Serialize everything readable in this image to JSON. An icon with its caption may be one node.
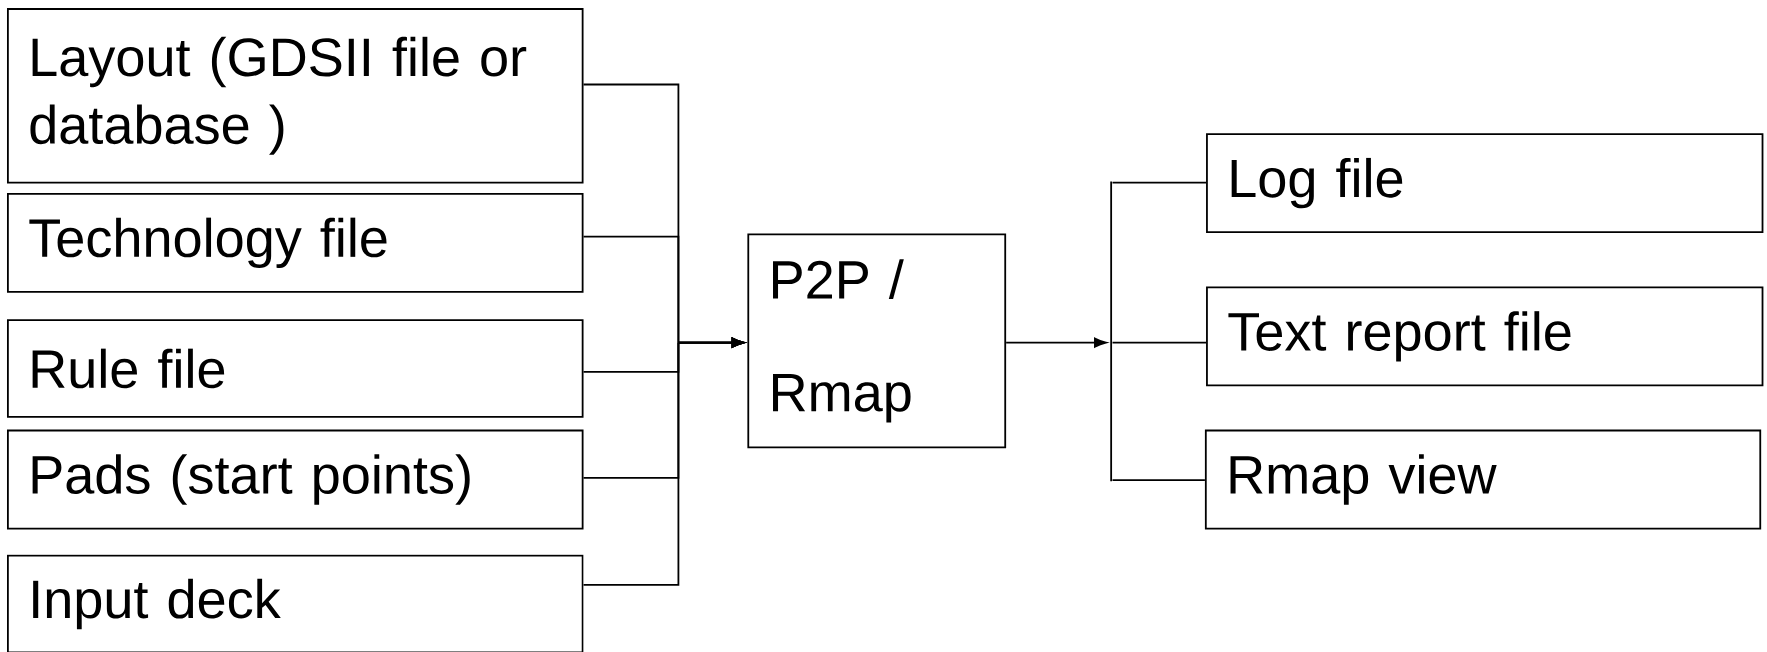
{
  "diagram": {
    "nodes": [
      {
        "text": [
          "Layout (GDSII file or database )"
        ]
      },
      {
        "text": [
          "Technology file"
        ]
      },
      {
        "text": [
          "Rule file"
        ]
      },
      {
        "text": [
          "Pads (start points)"
        ]
      },
      {
        "text": [
          "Input deck"
        ]
      },
      {
        "text": [
          "P2P / Rmap"
        ]
      },
      {
        "text": [],
        "shape": "bar"
      },
      {
        "text": [
          "Log file"
        ]
      },
      {
        "text": [
          "Text report file"
        ]
      },
      {
        "text": [
          "Rmap view"
        ]
      }
    ],
    "edges": [
      {
        "from": 0,
        "to": 5,
        "arrow": "to"
      },
      {
        "from": 1,
        "to": 5,
        "arrow": "to"
      },
      {
        "from": 2,
        "to": 5,
        "arrow": "to"
      },
      {
        "from": 3,
        "to": 5,
        "arrow": "to"
      },
      {
        "from": 4,
        "to": 5,
        "arrow": "to"
      },
      {
        "from": 5,
        "to": 6,
        "arrow": "to"
      },
      {
        "from": 6,
        "to": 7,
        "arrow": "none"
      },
      {
        "from": 6,
        "to": 8,
        "arrow": "none"
      },
      {
        "from": 6,
        "to": 9,
        "arrow": "none"
      }
    ]
  }
}
